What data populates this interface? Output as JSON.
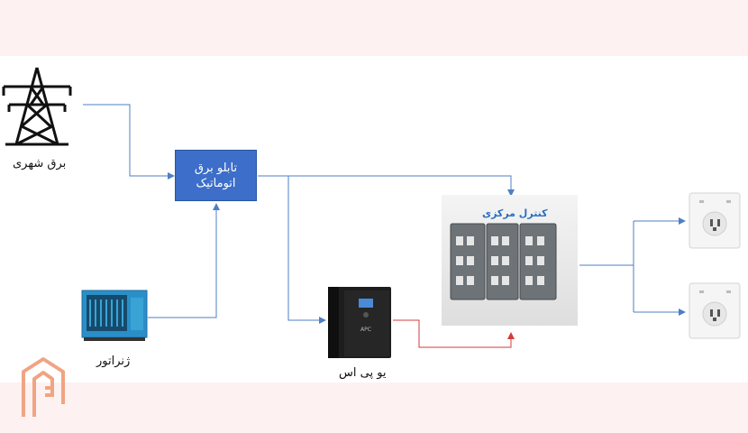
{
  "labels": {
    "grid": "برق شهری",
    "generator": "ژنراتور",
    "ups": "یو پی اس",
    "ats_line1": "تابلو برق",
    "ats_line2": "اتوماتیک",
    "central_control": "کنترل مرکزی",
    "ups_brand": "APC"
  },
  "colors": {
    "background": "#fdf2f1",
    "box_fill": "#3d6ec9",
    "line_blue": "#4f7fc4",
    "line_red": "#d63b3b",
    "logo": "#f0a482"
  },
  "icons": [
    "pylon-icon",
    "generator-icon",
    "ups-icon",
    "control-panel-icon",
    "socket-icon",
    "brand-logo-icon"
  ]
}
